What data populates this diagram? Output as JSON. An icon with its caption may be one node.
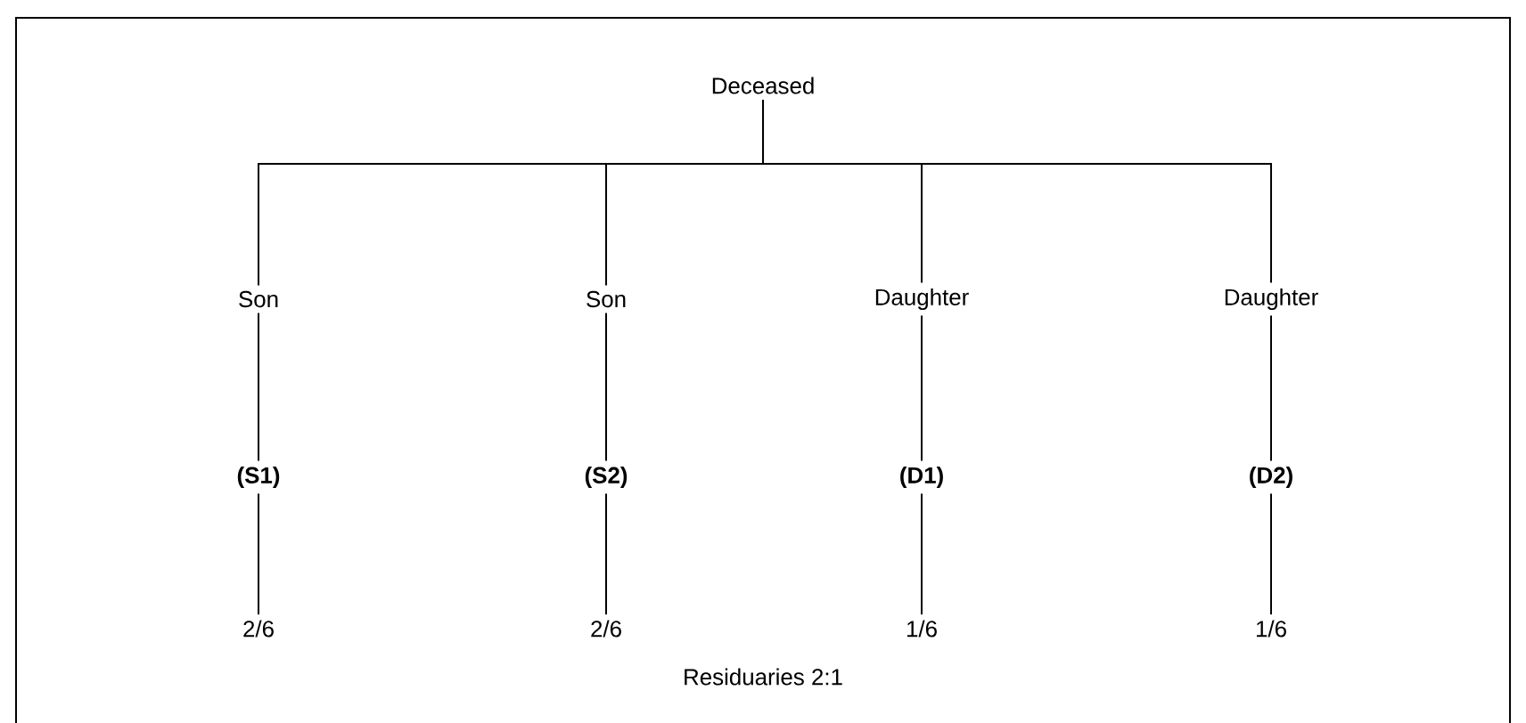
{
  "diagram": {
    "nodes": [
      {
        "text": [
          "Deceased"
        ]
      },
      {
        "text": [
          "Son"
        ]
      },
      {
        "text": [
          "Son"
        ]
      },
      {
        "text": [
          "Daughter"
        ]
      },
      {
        "text": [
          "Daughter"
        ]
      },
      {
        "text": [
          "(S1)"
        ]
      },
      {
        "text": [
          "(S2)"
        ]
      },
      {
        "text": [
          "(D1)"
        ]
      },
      {
        "text": [
          "(D2)"
        ]
      },
      {
        "text": [
          "2/6"
        ]
      },
      {
        "text": [
          "2/6"
        ]
      },
      {
        "text": [
          "1/6"
        ]
      },
      {
        "text": [
          "1/6"
        ]
      }
    ],
    "edges": [
      {
        "from": 0,
        "to": 1,
        "arrow": "none"
      },
      {
        "from": 0,
        "to": 2,
        "arrow": "none"
      },
      {
        "from": 0,
        "to": 3,
        "arrow": "none"
      },
      {
        "from": 0,
        "to": 4,
        "arrow": "none"
      },
      {
        "from": 1,
        "to": 5,
        "arrow": "none"
      },
      {
        "from": 2,
        "to": 6,
        "arrow": "none"
      },
      {
        "from": 3,
        "to": 7,
        "arrow": "none"
      },
      {
        "from": 4,
        "to": 8,
        "arrow": "none"
      },
      {
        "from": 5,
        "to": 9,
        "arrow": "none"
      },
      {
        "from": 6,
        "to": 10,
        "arrow": "none"
      },
      {
        "from": 7,
        "to": 11,
        "arrow": "none"
      },
      {
        "from": 8,
        "to": 12,
        "arrow": "none"
      }
    ],
    "labels": [
      "Residuaries 2:1"
    ]
  }
}
